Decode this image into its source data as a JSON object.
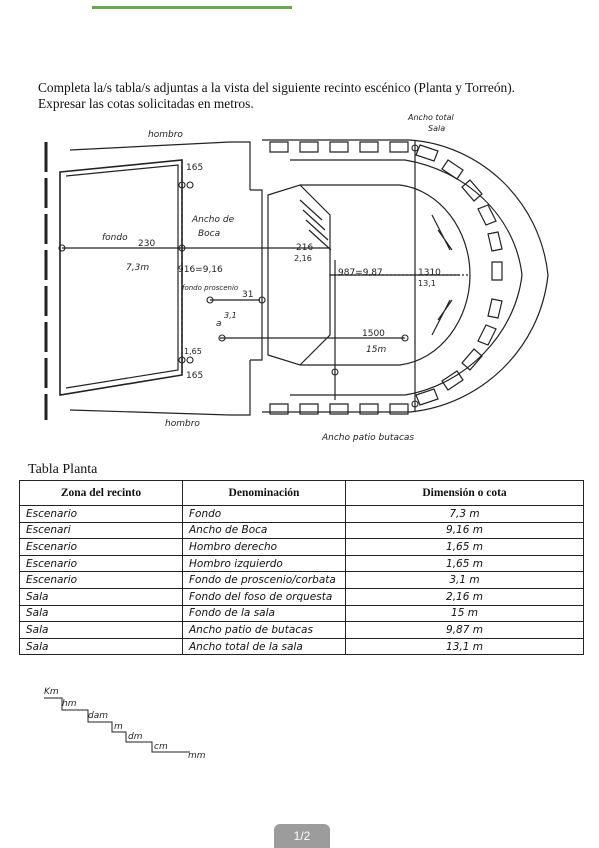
{
  "intro": {
    "line1": "Completa la/s tabla/s adjuntas a la vista del siguiente recinto escénico (Planta y Torreón).",
    "line2": "Expresar las cotas solicitadas en metros."
  },
  "plan": {
    "labels": {
      "hombro_top": "hombro",
      "hombro_bottom": "hombro",
      "fondo": "fondo",
      "ancho_boca_1": "Ancho de",
      "ancho_boca_2": "Boca",
      "fondo_proscenio": "fondo proscenio",
      "ancho_total_sala_1": "Ancho total",
      "ancho_total_sala_2": "Sala",
      "ancho_patio": "Ancho patio butacas",
      "letter_a": "a"
    },
    "dims": {
      "d165_top": "165",
      "d165_bottom": "165",
      "d230": "230",
      "d230_m": "7,3m",
      "d916": "916=9,16",
      "d31": "31",
      "d3_1": "3,1",
      "d165_m": "1,65",
      "d216": "216",
      "d216_m": "2,16",
      "d987": "987=9,87",
      "d1310": "1310",
      "d13_1": "13,1",
      "d1500": "1500",
      "d15m": "15m"
    }
  },
  "table": {
    "caption": "Tabla Planta",
    "headers": [
      "Zona del recinto",
      "Denominación",
      "Dimensión o cota"
    ],
    "rows": [
      [
        "Escenario",
        "Fondo",
        "7,3 m"
      ],
      [
        "Escenari",
        "Ancho de Boca",
        "9,16 m"
      ],
      [
        "Escenario",
        "Hombro derecho",
        "1,65 m"
      ],
      [
        "Escenario",
        "Hombro izquierdo",
        "1,65 m"
      ],
      [
        "Escenario",
        "Fondo de proscenio/corbata",
        "3,1 m"
      ],
      [
        "Sala",
        "Fondo del foso de orquesta",
        "2,16 m"
      ],
      [
        "Sala",
        "Fondo de la sala",
        "15 m"
      ],
      [
        "Sala",
        "Ancho patio de butacas",
        "9,87 m"
      ],
      [
        "Sala",
        "Ancho total de la sala",
        "13,1 m"
      ]
    ]
  },
  "scale_units": [
    "Km",
    "hm",
    "dam",
    "m",
    "dm",
    "cm",
    "mm"
  ],
  "pager": "1/2"
}
